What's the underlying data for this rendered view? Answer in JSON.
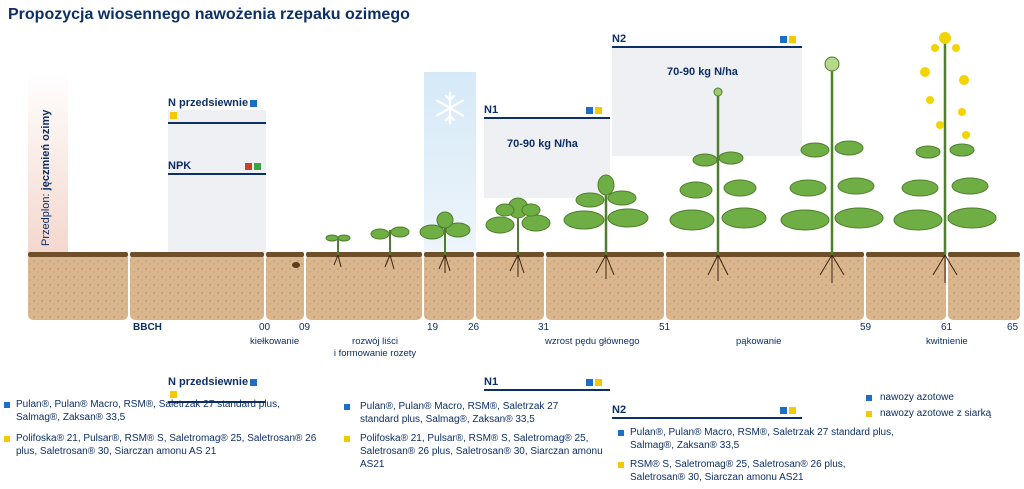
{
  "title": "Propozycja wiosennego nawożenia rzepaku ozimego",
  "previous_crop": {
    "label": "Przedplon: ",
    "value": "jęczmień ozimy"
  },
  "stages": {
    "n_pre": "N przedsiewnie",
    "npk": "NPK",
    "n1": "N1",
    "n2": "N2",
    "n1_rate": "70-90 kg N/ha",
    "n2_rate": "70-90 kg N/ha"
  },
  "bbch": {
    "label": "BBCH",
    "codes": [
      "00",
      "09",
      "19",
      "26",
      "31",
      "51",
      "59",
      "61",
      "65"
    ],
    "phases": [
      "kiełkowanie",
      "rozwój liści\ni formowanie rozety",
      "wzrost pędu głównego",
      "pąkowanie",
      "kwitnienie"
    ]
  },
  "legend": {
    "n_pre_title": "N przedsiewnie",
    "n_pre_blue": "Pulan®, Pulan® Macro, RSM®, Saletrzak 27 standard plus, Salmag®, Zaksan® 33,5",
    "n_pre_yellow": "Polifoska® 21, Pulsar®, RSM® S, Saletromag® 25, Saletrosan® 26 plus, Saletrosan® 30, Siarczan amonu AS 21",
    "n1_title": "N1",
    "n1_blue": "Pulan®, Pulan® Macro, RSM®, Saletrzak 27 standard plus, Salmag®, Zaksan® 33,5",
    "n1_yellow": "Polifoska® 21, Pulsar®, RSM® S, Saletromag® 25, Saletrosan® 26 plus, Saletrosan® 30, Siarczan amonu AS21",
    "n2_title": "N2",
    "n2_blue": "Pulan®, Pulan® Macro, RSM®, Saletrzak 27 standard plus, Salmag®, Zaksan® 33,5",
    "n2_yellow": "RSM® S, Saletromag® 25, Saletrosan® 26 plus, Saletrosan® 30, Siarczan amonu AS21",
    "key_blue": "nawozy azotowe",
    "key_yellow": "nawozy azotowe z siarką"
  },
  "colors": {
    "blue": "#1c6fc4",
    "yellow": "#f3c900",
    "red": "#c8431b",
    "green": "#3aa63f",
    "soil": "#d8b48a",
    "leaf": "#5d9b3a"
  }
}
